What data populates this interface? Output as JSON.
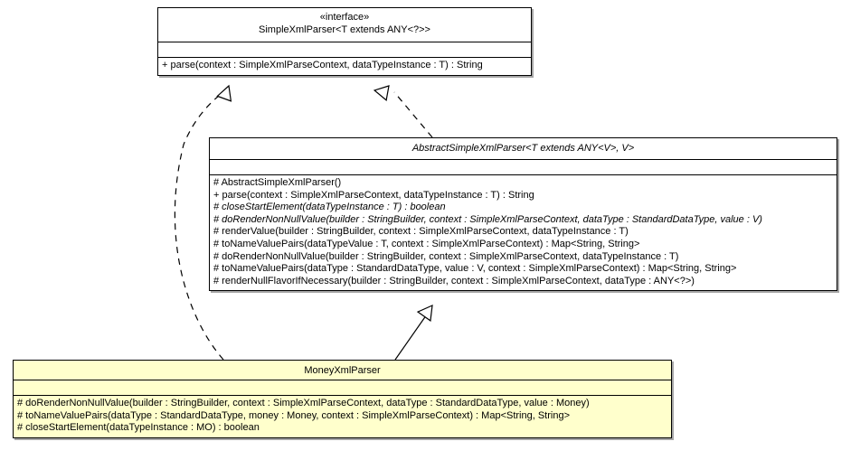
{
  "diagram": {
    "type": "uml-class-diagram",
    "background_color": "#ffffff",
    "line_color": "#000000",
    "highlight_color": "#ffffcc"
  },
  "classes": [
    {
      "id": "simplexmlparser",
      "stereotype": "«interface»",
      "name": "SimpleXmlParser<T extends ANY<?>>",
      "abstract": false,
      "highlighted": false,
      "attributes": [],
      "operations": [
        {
          "text": "+ parse(context : SimpleXmlParseContext, dataTypeInstance : T) : String",
          "abstract": false
        }
      ]
    },
    {
      "id": "abstractsimplexmlparser",
      "stereotype": "",
      "name": "AbstractSimpleXmlParser<T extends ANY<V>, V>",
      "abstract": true,
      "highlighted": false,
      "attributes": [],
      "operations": [
        {
          "text": "# AbstractSimpleXmlParser()",
          "abstract": false
        },
        {
          "text": "+ parse(context : SimpleXmlParseContext, dataTypeInstance : T) : String",
          "abstract": false
        },
        {
          "text": "# closeStartElement(dataTypeInstance : T) : boolean",
          "abstract": true
        },
        {
          "text": "# doRenderNonNullValue(builder : StringBuilder, context : SimpleXmlParseContext, dataType : StandardDataType, value : V)",
          "abstract": true
        },
        {
          "text": "# renderValue(builder : StringBuilder, context : SimpleXmlParseContext, dataTypeInstance : T)",
          "abstract": false
        },
        {
          "text": "# toNameValuePairs(dataTypeValue : T, context : SimpleXmlParseContext) : Map<String, String>",
          "abstract": false
        },
        {
          "text": "# doRenderNonNullValue(builder : StringBuilder, context : SimpleXmlParseContext, dataTypeInstance : T)",
          "abstract": false
        },
        {
          "text": "# toNameValuePairs(dataType : StandardDataType, value : V, context : SimpleXmlParseContext) : Map<String, String>",
          "abstract": false
        },
        {
          "text": "# renderNullFlavorIfNecessary(builder : StringBuilder, context : SimpleXmlParseContext, dataType : ANY<?>)",
          "abstract": false
        }
      ]
    },
    {
      "id": "moneyxmlparser",
      "stereotype": "",
      "name": "MoneyXmlParser",
      "abstract": false,
      "highlighted": true,
      "attributes": [],
      "operations": [
        {
          "text": "# doRenderNonNullValue(builder : StringBuilder, context : SimpleXmlParseContext, dataType : StandardDataType, value : Money)",
          "abstract": false
        },
        {
          "text": "# toNameValuePairs(dataType : StandardDataType, money : Money, context : SimpleXmlParseContext) : Map<String, String>",
          "abstract": false
        },
        {
          "text": "# closeStartElement(dataTypeInstance : MO) : boolean",
          "abstract": false
        }
      ]
    }
  ],
  "relationships": [
    {
      "id": "realization-money-to-interface",
      "kind": "realization",
      "style": "dashed",
      "arrowhead": "hollow-triangle",
      "from": "moneyxmlparser",
      "to": "simplexmlparser"
    },
    {
      "id": "realization-abstract-to-interface",
      "kind": "realization",
      "style": "dashed",
      "arrowhead": "hollow-triangle",
      "from": "abstractsimplexmlparser",
      "to": "simplexmlparser"
    },
    {
      "id": "generalization-money-to-abstract",
      "kind": "generalization",
      "style": "solid",
      "arrowhead": "hollow-triangle",
      "from": "moneyxmlparser",
      "to": "abstractsimplexmlparser"
    }
  ]
}
